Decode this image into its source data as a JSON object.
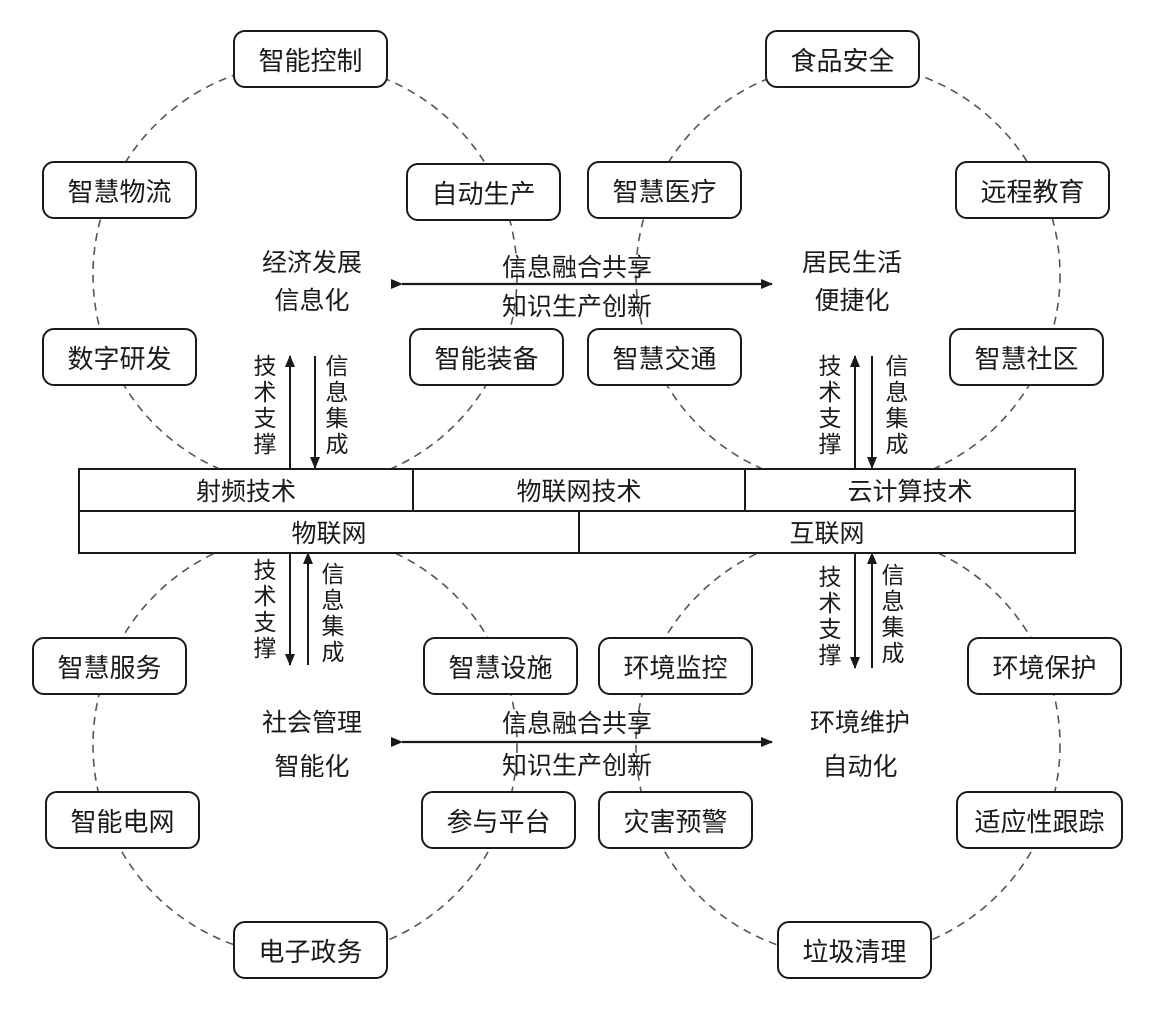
{
  "quadrants": [
    {
      "center_label": [
        "经济发展",
        "信息化"
      ],
      "boxes": [
        "智能控制",
        "自动生产",
        "智能装备",
        "数字研发",
        "智慧物流"
      ]
    },
    {
      "center_label": [
        "居民生活",
        "便捷化"
      ],
      "boxes": [
        "食品安全",
        "远程教育",
        "智慧社区",
        "智慧交通",
        "智慧医疗"
      ]
    },
    {
      "center_label": [
        "社会管理",
        "智能化"
      ],
      "boxes": [
        "智慧服务",
        "智慧设施",
        "参与平台",
        "电子政务",
        "智能电网"
      ]
    },
    {
      "center_label": [
        "环境维护",
        "自动化"
      ],
      "boxes": [
        "环境监控",
        "环境保护",
        "适应性跟踪",
        "垃圾清理",
        "灾害预警"
      ]
    }
  ],
  "flows": {
    "top": [
      "信息融合共享",
      "知识生产创新"
    ],
    "bottom": [
      "信息融合共享",
      "知识生产创新"
    ]
  },
  "vertical_labels": {
    "support": "技术支撑",
    "integration": "信息集成"
  },
  "tech_row": [
    "射频技术",
    "物联网技术",
    "云计算技术"
  ],
  "network_row": [
    "物联网",
    "互联网"
  ]
}
